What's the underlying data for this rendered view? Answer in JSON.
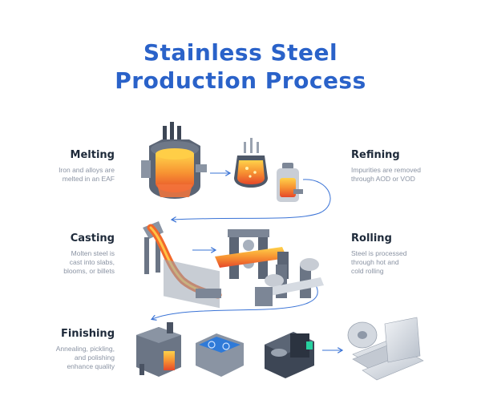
{
  "title": {
    "line1": "Stainless Steel",
    "line2": "Production Process"
  },
  "steps": {
    "melting": {
      "name": "Melting",
      "desc": [
        "Iron and alloys are",
        "melted in an EAF"
      ]
    },
    "refining": {
      "name": "Refining",
      "desc": [
        "Impurities are removed",
        "through AOD or VOD"
      ]
    },
    "casting": {
      "name": "Casting",
      "desc": [
        "Molten steel is",
        "cast into slabs,",
        "blooms, or billets"
      ]
    },
    "rolling": {
      "name": "Rolling",
      "desc": [
        "Steel is processed",
        "through hot and",
        "cold rolling"
      ]
    },
    "finishing": {
      "name": "Finishing",
      "desc": [
        "Annealing, pickling,",
        "and polishing",
        "enhance quality"
      ]
    }
  },
  "colors": {
    "title": "#2a62c9",
    "flow": "#3a73d6",
    "molten": "#f2682a",
    "steel": "#8f99a8"
  }
}
